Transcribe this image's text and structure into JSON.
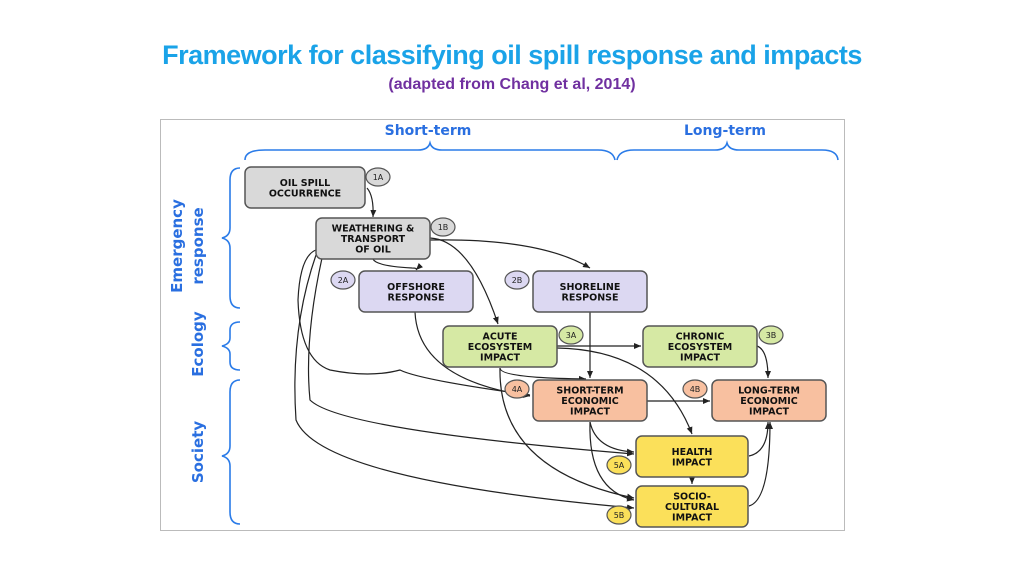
{
  "title": "Framework for classifying oil spill response and impacts",
  "subtitle": "(adapted from Chang et al, 2014)",
  "colors": {
    "title": "#1aa3e8",
    "subtitle": "#7030a0",
    "accent": "#2a6fe0",
    "gray": "#d9d9d9",
    "lavender": "#dcd8f2",
    "green": "#d6e9a4",
    "salmon": "#f8c0a0",
    "yellow": "#fbe05a"
  },
  "diagram": {
    "columns": [
      "Short-term",
      "Long-term"
    ],
    "rows": [
      [
        "Emergency",
        "response"
      ],
      [
        "Ecology"
      ],
      [
        "Society"
      ]
    ],
    "nodes": [
      {
        "id": "1A",
        "lines": [
          "OIL SPILL",
          "OCCURRENCE"
        ]
      },
      {
        "id": "1B",
        "lines": [
          "WEATHERING &",
          "TRANSPORT",
          "OF OIL"
        ]
      },
      {
        "id": "2A",
        "lines": [
          "OFFSHORE",
          "RESPONSE"
        ]
      },
      {
        "id": "2B",
        "lines": [
          "SHORELINE",
          "RESPONSE"
        ]
      },
      {
        "id": "3A",
        "lines": [
          "ACUTE",
          "ECOSYSTEM",
          "IMPACT"
        ]
      },
      {
        "id": "3B",
        "lines": [
          "CHRONIC",
          "ECOSYSTEM",
          "IMPACT"
        ]
      },
      {
        "id": "4A",
        "lines": [
          "SHORT-TERM",
          "ECONOMIC",
          "IMPACT"
        ]
      },
      {
        "id": "4B",
        "lines": [
          "LONG-TERM",
          "ECONOMIC",
          "IMPACT"
        ]
      },
      {
        "id": "5A",
        "lines": [
          "HEALTH",
          "IMPACT"
        ]
      },
      {
        "id": "5B",
        "lines": [
          "SOCIO-",
          "CULTURAL",
          "IMPACT"
        ]
      }
    ]
  }
}
